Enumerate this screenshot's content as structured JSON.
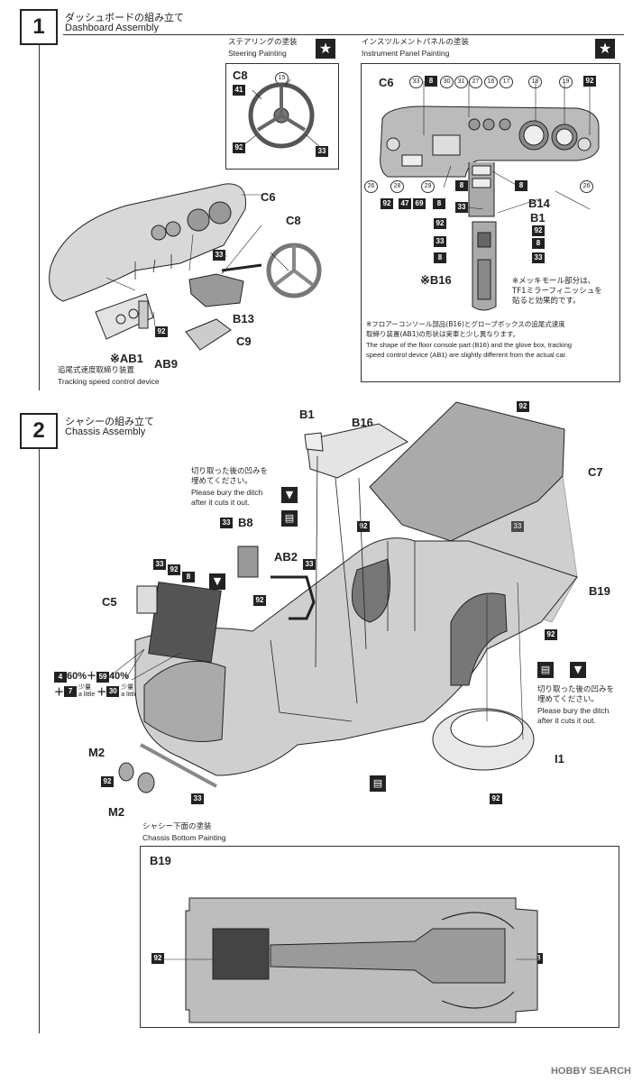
{
  "step1": {
    "number": "1",
    "title_jp": "ダッシュボードの組み立て",
    "title_en": "Dashboard Assembly",
    "steering": {
      "title_jp": "ステアリングの塗装",
      "title_en": "Steering Painting",
      "part": "C8",
      "codes": {
        "c41": "41",
        "c15": "15",
        "c92": "92",
        "c33": "33"
      }
    },
    "panel": {
      "title_jp": "インスツルメントパネルの塗装",
      "title_en": "Instrument Panel Painting",
      "part_c6": "C6",
      "top_codes": [
        "33",
        "8",
        "30",
        "31",
        "27",
        "16",
        "17",
        "18",
        "19",
        "92"
      ],
      "left_codes": {
        "c26a": "26",
        "c28": "28",
        "c29": "29",
        "c26b": "26",
        "c92": "92",
        "c47": "47",
        "c69": "69",
        "c8a": "8",
        "c8b": "8",
        "c8c": "8"
      },
      "console": {
        "b14": "B14",
        "b1": "B1",
        "b16": "※B16",
        "c33a": "33",
        "c92a": "92",
        "c92b": "92",
        "c33b": "33",
        "c8a": "8",
        "c8b": "8",
        "c33c": "33"
      },
      "mirror_note_1": "※メッキモール部分は、",
      "mirror_note_2": "TF1ミラーフィニッシュを",
      "mirror_note_3": "貼ると効果的です。",
      "note_jp_1": "※フロアーコンソール部品(B16)とグローブボックスの追尾式速度",
      "note_jp_2": "取締り装置(AB1)の形状は実車と少し異なります。",
      "note_en_1": "The shape of the floor console part (B16) and the glove box, tracking",
      "note_en_2": "speed control device (AB1) are slightly different from the actual car."
    },
    "main": {
      "c6": "C6",
      "c8": "C8",
      "b13": "B13",
      "c9": "C9",
      "ab1": "※AB1",
      "ab9": "AB9",
      "c33": "33",
      "c92": "92",
      "device_jp": "追尾式速度取締り装置",
      "device_en": "Tracking speed control device"
    }
  },
  "step2": {
    "number": "2",
    "title_jp": "シャシーの組み立て",
    "title_en": "Chassis Assembly",
    "parts": {
      "b1": "B1",
      "b16": "B16",
      "c7": "C7",
      "b8": "B8",
      "ab2": "AB2",
      "c5": "C5",
      "b19": "B19",
      "i1": "I1",
      "m2a": "M2",
      "m2b": "M2"
    },
    "codes": {
      "c92_top": "92",
      "c92_mid": "92",
      "c33_right": "33",
      "c33_b8": "33",
      "c33_ab2": "33",
      "c92_ab2": "92",
      "c33_c5": "33",
      "c92_c5": "92",
      "c8_c5": "8",
      "c92_left": "92",
      "c92_b19": "92",
      "c92_i1": "92",
      "c92_m2": "92",
      "c33_bottom": "33"
    },
    "ditch_jp_1": "切り取った後の凹みを",
    "ditch_jp_2": "埋めてください。",
    "ditch_en_1": "Please bury the ditch",
    "ditch_en_2": "after it cuts it out.",
    "mix": {
      "c4": "4",
      "p1": "60%＋",
      "c59": "59",
      "p2": "40%",
      "plus1": "＋",
      "c7": "7",
      "jp1": "少量",
      "en1": "a little",
      "plus2": "＋",
      "c30": "30",
      "jp2": "少量",
      "en2": "a little"
    },
    "bottom": {
      "title_jp": "シャシー下面の塗装",
      "title_en": "Chassis Bottom Painting",
      "part": "B19",
      "c92": "92",
      "c33": "33"
    }
  },
  "watermark": "HOBBY SEARCH"
}
